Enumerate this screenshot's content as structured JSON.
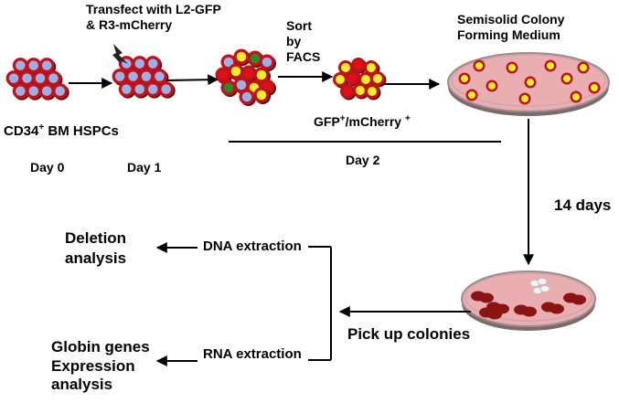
{
  "colors": {
    "cell_fill": "#9cb0e8",
    "cell_ring": "#c0121a",
    "cell_shadow": "#5a0a0a",
    "gfp_fill": "#f2ee2a",
    "gfp_ring": "#c0121a",
    "mcherry_fill": "#e0101a",
    "green_cell": "#2a8a2a",
    "dish_fill": "#e8aeb2",
    "dish_rim": "#9a8c8c",
    "colony_fill": "#8a1414",
    "white_colony": "#f2f2f2",
    "line": "#000000"
  },
  "labels": {
    "transfect_line1": "Transfect with L2-GFP",
    "transfect_line2": "& R3-mCherry",
    "sort_line1": "Sort",
    "sort_line2": "by",
    "sort_line3": "FACS",
    "medium_line1": "Semisolid Colony",
    "medium_line2": "Forming Medium",
    "cd34_prefix": "CD34",
    "cd34_sup": "+",
    "cd34_suffix": " BM HSPCs",
    "gfp_prefix": "GFP",
    "gfp_sup": "+",
    "gfp_middle": "/mCherry ",
    "gfp_sup2": "+",
    "day0": "Day 0",
    "day1": "Day 1",
    "day2": "Day 2",
    "fourteen_days": "14 days",
    "deletion_line1": "Deletion",
    "deletion_line2": "analysis",
    "dna_extraction": "DNA extraction",
    "rna_extraction": "RNA extraction",
    "pick_up_colonies": "Pick up colonies",
    "globin_line1": "Globin genes",
    "globin_line2": "Expression",
    "globin_line3": "analysis"
  },
  "icons": {
    "transfection": "lightning-bolt-icon",
    "cell_cluster": "cell-cluster-icon",
    "culture_dish": "petri-dish-icon",
    "flow_arrow": "arrow-right-icon"
  }
}
